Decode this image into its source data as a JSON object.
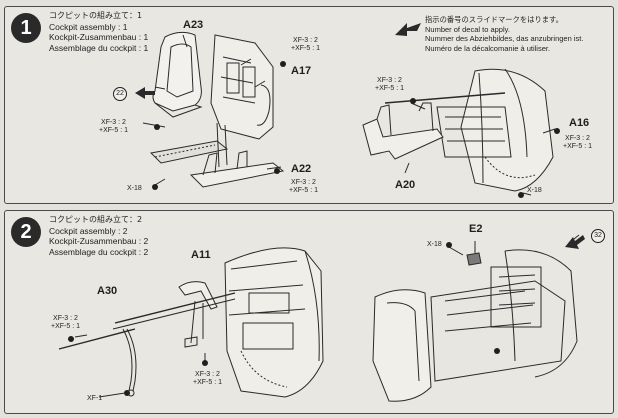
{
  "step1": {
    "number": "1",
    "title_jp": "コクピットの組み立て：1",
    "title_en": "Cockpit assembly : 1",
    "title_de": "Kockpit-Zusammenbau : 1",
    "title_fr": "Assemblage du cockpit : 1",
    "decal_note": {
      "jp": "指示の番号のスライドマークをはります。",
      "en": "Number of decal to apply.",
      "de": "Nummer des Abziehbildes, das anzubringen ist.",
      "fr": "Numéro de la décalcomanie à utiliser."
    },
    "decal_number": "22",
    "parts": {
      "a23": "A23",
      "a17": "A17",
      "a22": "A22",
      "a16": "A16",
      "a20": "A20"
    },
    "paints": {
      "p1": [
        "XF-3 : 2",
        "+XF-5 : 1"
      ],
      "p2": [
        "XF-3 : 2",
        "+XF-5 : 1"
      ],
      "p3": [
        "XF-3 : 2",
        "+XF-5 : 1"
      ],
      "p4": [
        "XF-3 : 2",
        "+XF-5 : 1"
      ],
      "p5": [
        "XF-3 : 2",
        "+XF-5 : 1"
      ],
      "x18a": "X-18",
      "x18b": "X-18"
    }
  },
  "step2": {
    "number": "2",
    "title_jp": "コクピットの組み立て：2",
    "title_en": "Cockpit assembly : 2",
    "title_de": "Kockpit-Zusammenbau : 2",
    "title_fr": "Assemblage du cockpit : 2",
    "decal_number": "32",
    "parts": {
      "a11": "A11",
      "a30": "A30",
      "e2": "E2"
    },
    "paints": {
      "p1": [
        "XF-3 : 2",
        "+XF-5 : 1"
      ],
      "p2": [
        "XF-3 : 2",
        "+XF-5 : 1"
      ],
      "xf1": "XF-1",
      "x18": "X-18"
    }
  }
}
